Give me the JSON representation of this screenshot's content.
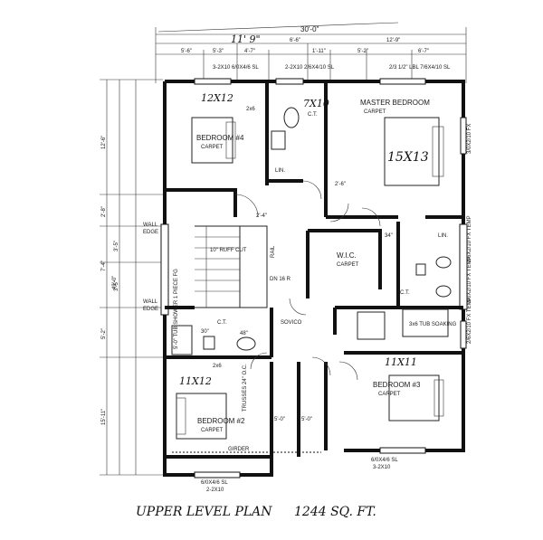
{
  "plan": {
    "title": "UPPER LEVEL PLAN",
    "area": "1244 SQ. FT.",
    "overall_width": "30'-0\"",
    "width_handwritten": "11' 9\"",
    "overall_depth": "49'-0\"",
    "rooms": {
      "bedroom4": {
        "name": "BEDROOM #4",
        "floor": "CARPET",
        "size": "12X12"
      },
      "bath1": {
        "size": "7X10",
        "ceiling": "C.T."
      },
      "master": {
        "name": "MASTER BEDROOM",
        "floor": "CARPET",
        "size": "15X13"
      },
      "wic": {
        "name": "W.I.C.",
        "floor": "CARPET"
      },
      "bedroom2": {
        "name": "BEDROOM #2",
        "floor": "CARPET",
        "size": "11X12"
      },
      "bedroom3": {
        "name": "BEDROOM #3",
        "floor": "CARPET",
        "size": "11X11"
      },
      "soaking": {
        "name": "3x6 TUB SOAKING"
      },
      "lin1": "LIN.",
      "lin2": "LIN.",
      "stair": "10\" RUFF CUT",
      "rail": "RAIL",
      "dn": "DN 16 R",
      "tub": "5'-0\" TUB SHOWER 1 PIECE FG",
      "hall_floor": "SOVICO",
      "girder": "GIRDER"
    },
    "top_dims": [
      "5'-6\"",
      "5'-3\"",
      "4'-7\"",
      "6'-6\"",
      "1'-11\"",
      "5'-2\"",
      "6'-7\"",
      "12'-9\""
    ],
    "top_notes": [
      "3-2X10 6/0X4/6 SL",
      "2-2X10 2/6X4/10 SL",
      "2/3 1/2\" LBL 7/6X4/10 SL"
    ],
    "left_dims": [
      "12'-6\"",
      "2'-8\"",
      "3'-5\"",
      "7'-4\"",
      "3'-5\"",
      "5'-2\"",
      "15'-11\""
    ],
    "right_notes": [
      "3/0X2/10 FX",
      "2/6X2/10 FX TEMP",
      "3/0X2/10 FX TEMP",
      "2/6X2/10 FX TEMP"
    ],
    "bottom_notes": [
      "6/0X4/6 SL",
      "2-2X10",
      "6/0X4/6 SL",
      "3-2X10"
    ],
    "misc": {
      "ct": "C.T.",
      "carpet": "CARPET",
      "trusses": "TRUSSES 24\" O.C.",
      "wall": "WALL",
      "edge": "EDGE",
      "dim_2x6": "2x6",
      "dim_48": "48\"",
      "dim_30": "30\"",
      "dim_34": "34\"",
      "dim_80": "5'-0\"",
      "dim_24": "2'-4\"",
      "dim_26": "2'-6\""
    }
  }
}
